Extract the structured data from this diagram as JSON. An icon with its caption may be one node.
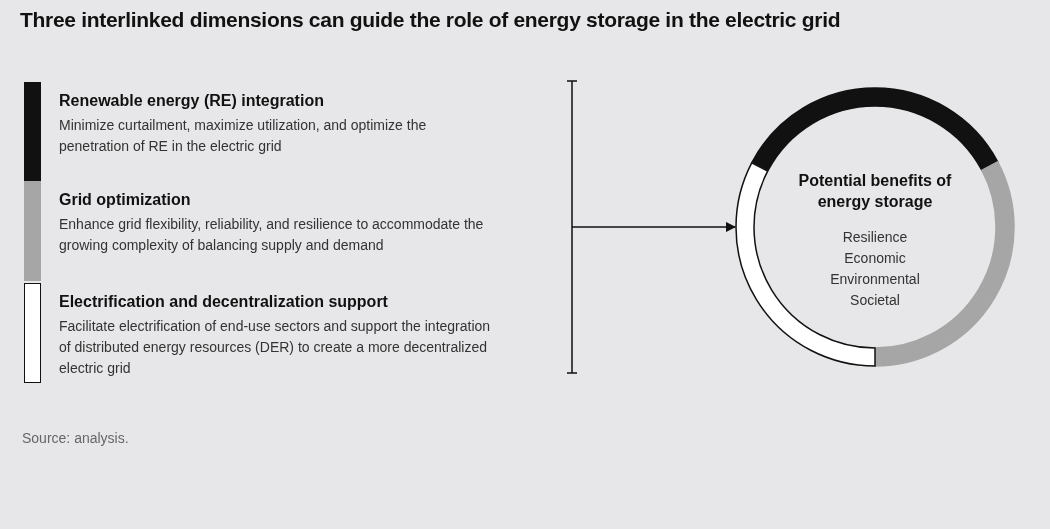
{
  "diagram": {
    "title": "Three interlinked dimensions can guide the role of energy storage in the electric grid",
    "nodes": [
      {
        "text": [
          "Renewable energy (RE) integration",
          "Minimize curtailment, maximize utilization, and optimize the penetration of RE in the electric grid"
        ]
      },
      {
        "text": [
          "Grid optimization",
          "Enhance grid flexibility, reliability, and resilience to accommodate the growing complexity of balancing supply and demand"
        ]
      },
      {
        "text": [
          "Electrification and decentralization support",
          "Facilitate electrification of end-use sectors and support the integration of distributed energy resources (DER) to create a more decentralized electric grid"
        ]
      },
      {
        "text": [
          "Potential benefits of energy storage",
          "Resilience",
          "Economic",
          "Environmental",
          "Societal"
        ]
      },
      {
        "text": [],
        "shape": "bar"
      }
    ],
    "edges": [
      {
        "from": 4,
        "to": 3,
        "arrow": "to"
      }
    ],
    "labels": [
      "Source: analysis."
    ]
  }
}
